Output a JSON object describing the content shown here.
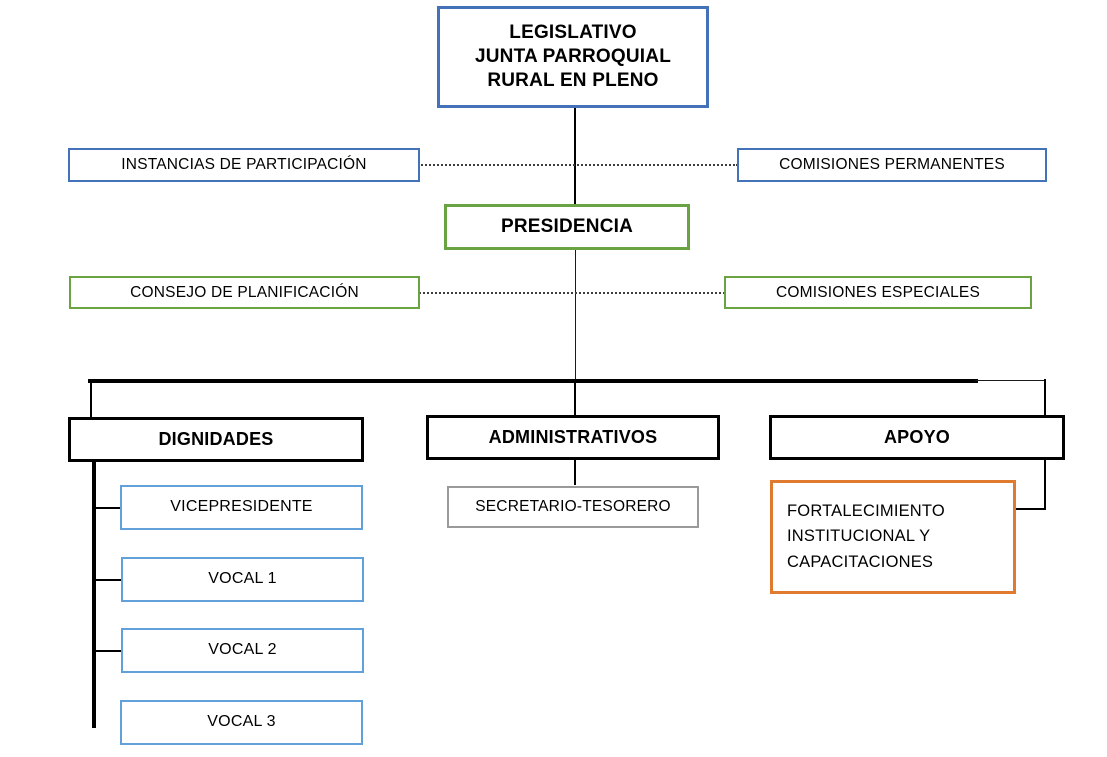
{
  "diagram": {
    "title": "Organigrama Junta Parroquial Rural",
    "type": "organizational-chart",
    "colors": {
      "blue": "#4472b8",
      "blue_light": "#62a0d9",
      "green": "#6aa442",
      "orange": "#e07a2e",
      "gray": "#9a9a9a",
      "black": "#000000",
      "background": "#ffffff"
    }
  },
  "nodes": {
    "legislativo": {
      "label": "LEGISLATIVO\nJUNTA PARROQUIAL\nRURAL EN PLENO",
      "line1": "LEGISLATIVO",
      "line2": "JUNTA PARROQUIAL",
      "line3": "RURAL EN PLENO",
      "level": "legislativo",
      "border_color": "#4472b8"
    },
    "instancias_participacion": {
      "label": "INSTANCIAS DE PARTICIPACIÓN",
      "border_color": "#4472b8"
    },
    "comisiones_permanentes": {
      "label": "COMISIONES PERMANENTES",
      "border_color": "#4472b8"
    },
    "presidencia": {
      "label": "PRESIDENCIA",
      "border_color": "#6aa442"
    },
    "consejo_planificacion": {
      "label": "CONSEJO DE PLANIFICACIÓN",
      "border_color": "#6aa442"
    },
    "comisiones_especiales": {
      "label": "COMISIONES ESPECIALES",
      "border_color": "#6aa442"
    },
    "dignidades": {
      "label": "DIGNIDADES",
      "border_color": "#000000"
    },
    "administrativos": {
      "label": "ADMINISTRATIVOS",
      "border_color": "#000000"
    },
    "apoyo": {
      "label": "APOYO",
      "border_color": "#000000"
    },
    "vicepresidente": {
      "label": "VICEPRESIDENTE",
      "border_color": "#62a0d9"
    },
    "vocal_1": {
      "label": "VOCAL 1",
      "border_color": "#62a0d9"
    },
    "vocal_2": {
      "label": "VOCAL 2",
      "border_color": "#62a0d9"
    },
    "vocal_3": {
      "label": "VOCAL 3",
      "border_color": "#62a0d9"
    },
    "secretario_tesorero": {
      "label": "SECRETARIO-TESORERO",
      "border_color": "#9a9a9a"
    },
    "fortalecimiento": {
      "line1": "FORTALECIMIENTO",
      "line2": "INSTITUCIONAL   Y",
      "line3": "CAPACITACIONES",
      "border_color": "#e07a2e"
    }
  }
}
